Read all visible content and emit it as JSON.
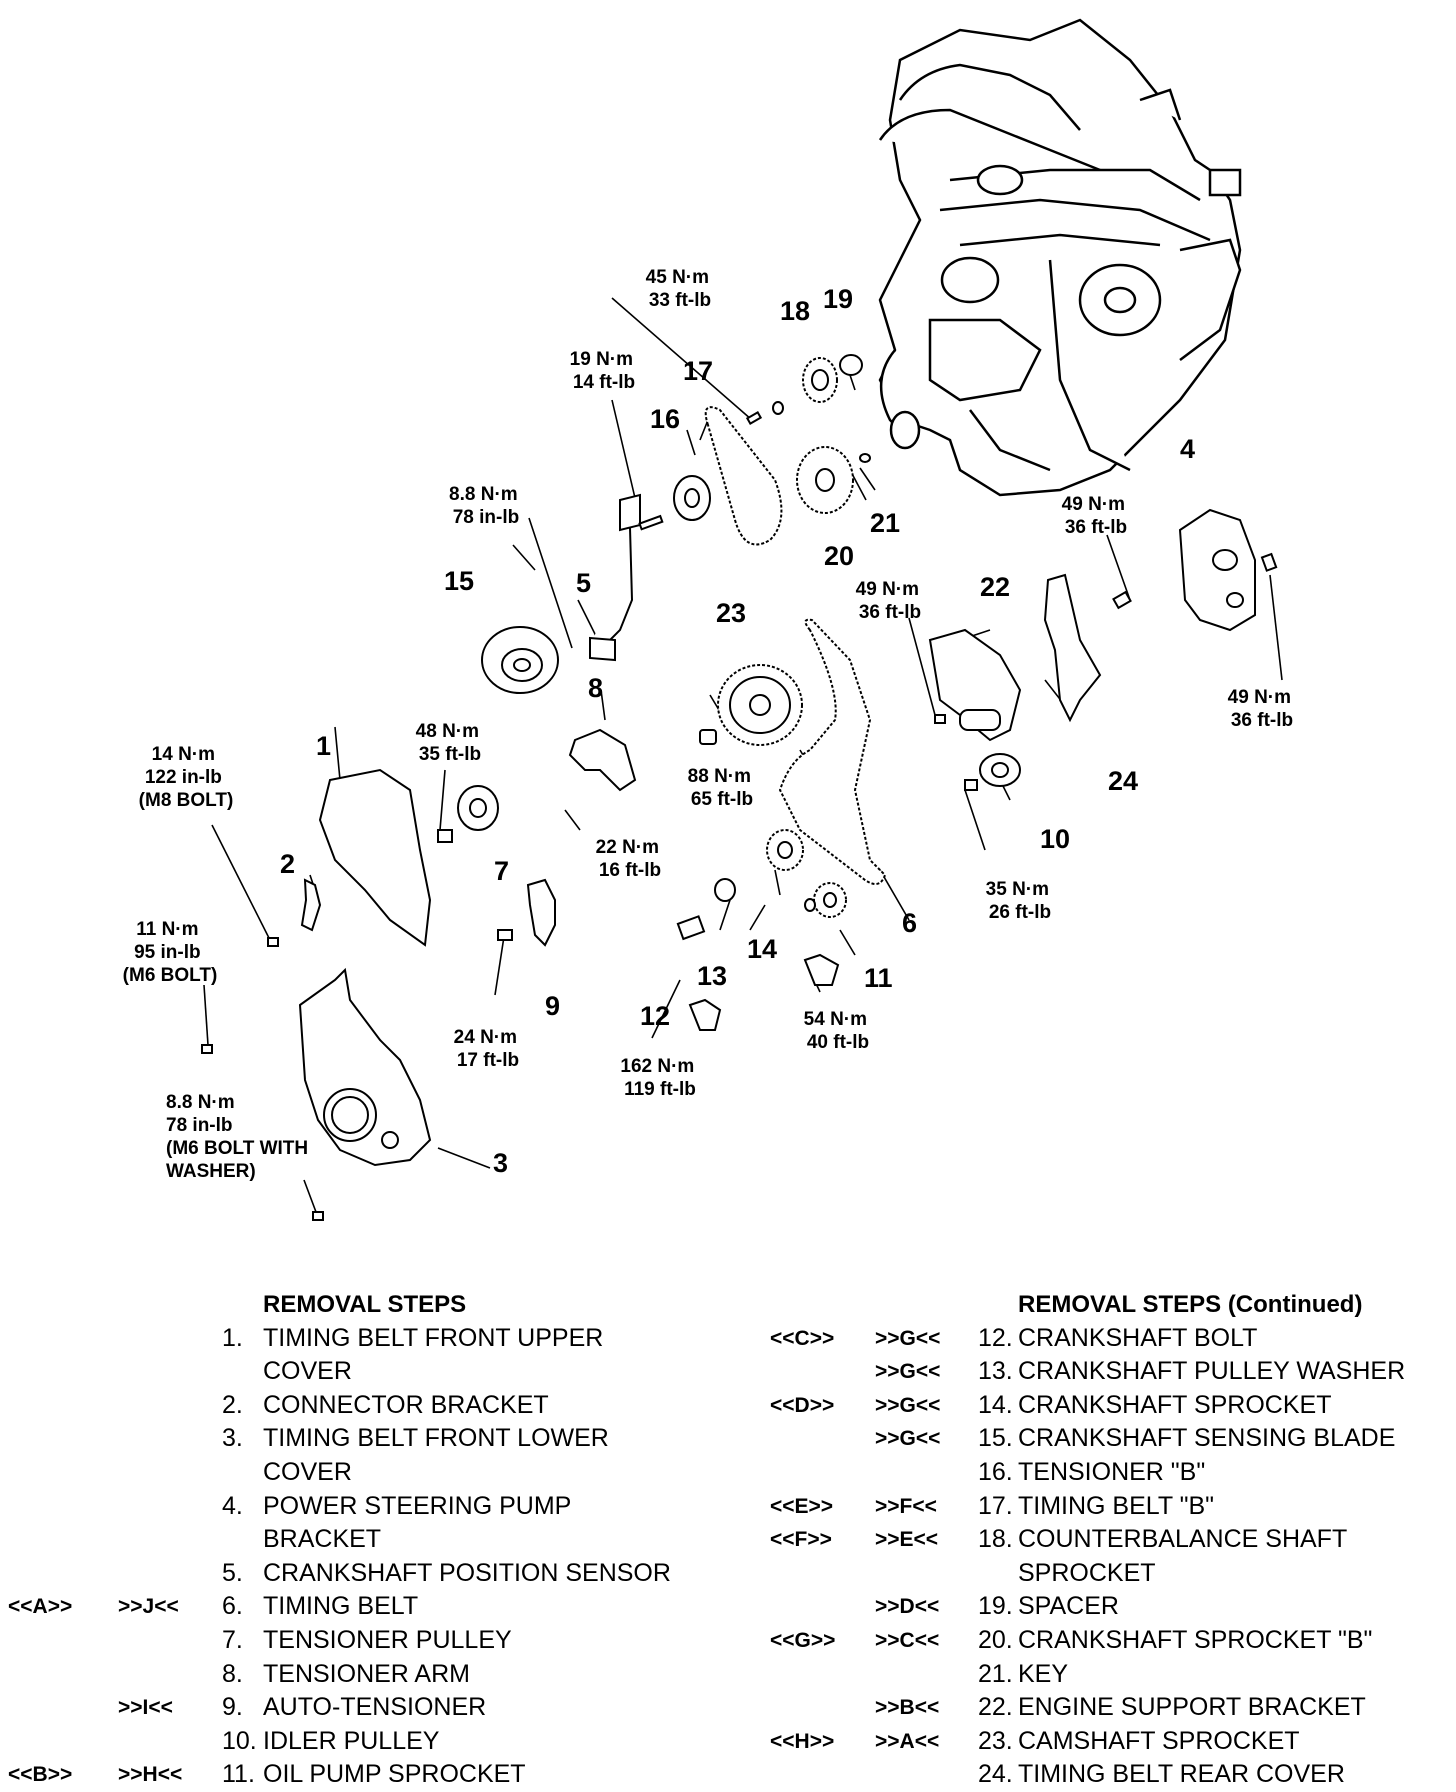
{
  "callouts": {
    "p1": "1",
    "p2": "2",
    "p3": "3",
    "p4": "4",
    "p5": "5",
    "p6": "6",
    "p7": "7",
    "p8": "8",
    "p9": "9",
    "p10": "10",
    "p11": "11",
    "p12": "12",
    "p13": "13",
    "p14": "14",
    "p15": "15",
    "p16": "16",
    "p17": "17",
    "p18": "18",
    "p19": "19",
    "p20": "20",
    "p21": "21",
    "p22": "22",
    "p23": "23",
    "p24": "24"
  },
  "torques": {
    "t45": [
      "45 N·m",
      "33 ft-lb"
    ],
    "t19": [
      "19 N·m",
      "14 ft-lb"
    ],
    "t88a": [
      "8.8 N·m",
      "78 in-lb"
    ],
    "t49a": [
      "49 N·m",
      "36 ft-lb"
    ],
    "t49b": [
      "49 N·m",
      "36 ft-lb"
    ],
    "t49c": [
      "49 N·m",
      "36 ft-lb"
    ],
    "t14": [
      "14 N·m",
      "122 in-lb",
      "(M8 BOLT)"
    ],
    "t48": [
      "48 N·m",
      "35 ft-lb"
    ],
    "t88b": [
      "88 N·m",
      "65 ft-lb"
    ],
    "t22": [
      "22 N·m",
      "16 ft-lb"
    ],
    "t35": [
      "35 N·m",
      "26 ft-lb"
    ],
    "t11": [
      "11 N·m",
      "95 in-lb",
      "(M6 BOLT)"
    ],
    "t24": [
      "24 N·m",
      "17 ft-lb"
    ],
    "t54": [
      "54 N·m",
      "40 ft-lb"
    ],
    "t162": [
      "162 N·m",
      "119 ft-lb"
    ],
    "t88c": [
      "8.8 N·m",
      "78 in-lb",
      "(M6 BOLT WITH",
      "WASHER)"
    ]
  },
  "removal_left": {
    "title": "REMOVAL STEPS",
    "rows": [
      {
        "a": "",
        "b": "",
        "n": "1.",
        "t": "TIMING BELT FRONT UPPER"
      },
      {
        "a": "",
        "b": "",
        "n": "",
        "t": "COVER"
      },
      {
        "a": "",
        "b": "",
        "n": "2.",
        "t": "CONNECTOR BRACKET"
      },
      {
        "a": "",
        "b": "",
        "n": "3.",
        "t": "TIMING BELT FRONT LOWER"
      },
      {
        "a": "",
        "b": "",
        "n": "",
        "t": "COVER"
      },
      {
        "a": "",
        "b": "",
        "n": "4.",
        "t": "POWER STEERING PUMP"
      },
      {
        "a": "",
        "b": "",
        "n": "",
        "t": "BRACKET"
      },
      {
        "a": "",
        "b": "",
        "n": "5.",
        "t": "CRANKSHAFT POSITION SENSOR"
      },
      {
        "a": "<<A>>",
        "b": ">>J<<",
        "n": "6.",
        "t": "TIMING BELT"
      },
      {
        "a": "",
        "b": "",
        "n": "7.",
        "t": "TENSIONER PULLEY"
      },
      {
        "a": "",
        "b": "",
        "n": "8.",
        "t": "TENSIONER ARM"
      },
      {
        "a": "",
        "b": ">>I<<",
        "n": "9.",
        "t": "AUTO-TENSIONER"
      },
      {
        "a": "",
        "b": "",
        "n": "10.",
        "t": "IDLER PULLEY"
      },
      {
        "a": "<<B>>",
        "b": ">>H<<",
        "n": "11.",
        "t": "OIL PUMP SPROCKET"
      }
    ]
  },
  "removal_right": {
    "title": "REMOVAL STEPS (Continued)",
    "rows": [
      {
        "a": "<<C>>",
        "b": ">>G<<",
        "n": "12.",
        "t": "CRANKSHAFT BOLT"
      },
      {
        "a": "",
        "b": ">>G<<",
        "n": "13.",
        "t": "CRANKSHAFT PULLEY WASHER"
      },
      {
        "a": "<<D>>",
        "b": ">>G<<",
        "n": "14.",
        "t": "CRANKSHAFT SPROCKET"
      },
      {
        "a": "",
        "b": ">>G<<",
        "n": "15.",
        "t": "CRANKSHAFT SENSING BLADE"
      },
      {
        "a": "",
        "b": "",
        "n": "16.",
        "t": "TENSIONER \"B\""
      },
      {
        "a": "<<E>>",
        "b": ">>F<<",
        "n": "17.",
        "t": "TIMING BELT \"B\""
      },
      {
        "a": "<<F>>",
        "b": ">>E<<",
        "n": "18.",
        "t": "COUNTERBALANCE SHAFT"
      },
      {
        "a": "",
        "b": "",
        "n": "",
        "t": "SPROCKET"
      },
      {
        "a": "",
        "b": ">>D<<",
        "n": "19.",
        "t": "SPACER"
      },
      {
        "a": "<<G>>",
        "b": ">>C<<",
        "n": "20.",
        "t": "CRANKSHAFT SPROCKET \"B\""
      },
      {
        "a": "",
        "b": "",
        "n": "21.",
        "t": "KEY"
      },
      {
        "a": "",
        "b": ">>B<<",
        "n": "22.",
        "t": "ENGINE SUPPORT BRACKET"
      },
      {
        "a": "<<H>>",
        "b": ">>A<<",
        "n": "23.",
        "t": "CAMSHAFT SPROCKET"
      },
      {
        "a": "",
        "b": "",
        "n": "24.",
        "t": "TIMING BELT REAR COVER"
      }
    ]
  }
}
